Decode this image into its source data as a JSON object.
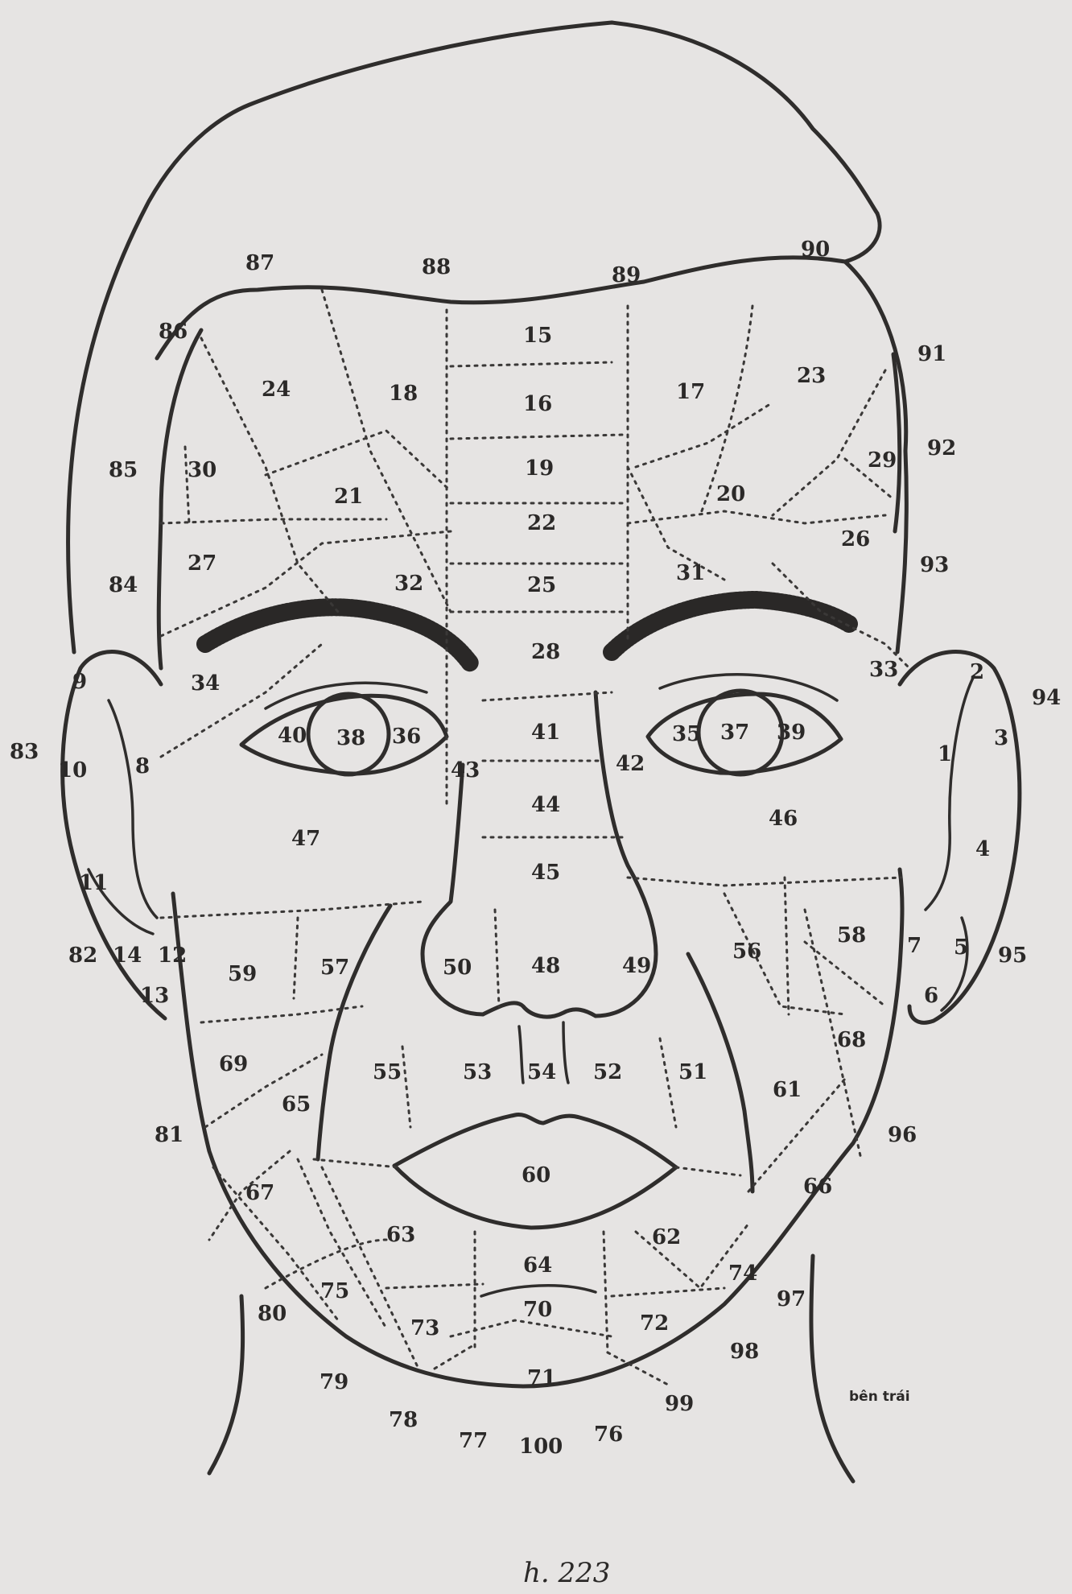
{
  "caption": "h. 223",
  "side_note": "bên trái",
  "labels": [
    "1",
    "2",
    "3",
    "4",
    "5",
    "6",
    "7",
    "8",
    "9",
    "10",
    "11",
    "12",
    "13",
    "14",
    "15",
    "16",
    "17",
    "18",
    "19",
    "20",
    "21",
    "22",
    "23",
    "24",
    "25",
    "26",
    "27",
    "28",
    "29",
    "30",
    "31",
    "32",
    "33",
    "34",
    "35",
    "36",
    "37",
    "38",
    "39",
    "40",
    "41",
    "42",
    "43",
    "44",
    "45",
    "46",
    "47",
    "48",
    "49",
    "50",
    "51",
    "52",
    "53",
    "54",
    "55",
    "56",
    "57",
    "58",
    "59",
    "60",
    "61",
    "62",
    "63",
    "64",
    "65",
    "66",
    "67",
    "68",
    "69",
    "70",
    "71",
    "72",
    "73",
    "74",
    "75",
    "76",
    "77",
    "78",
    "79",
    "80",
    "81",
    "82",
    "83",
    "84",
    "85",
    "86",
    "87",
    "88",
    "89",
    "90",
    "91",
    "92",
    "93",
    "94",
    "95",
    "96",
    "97",
    "98",
    "99",
    "100"
  ]
}
